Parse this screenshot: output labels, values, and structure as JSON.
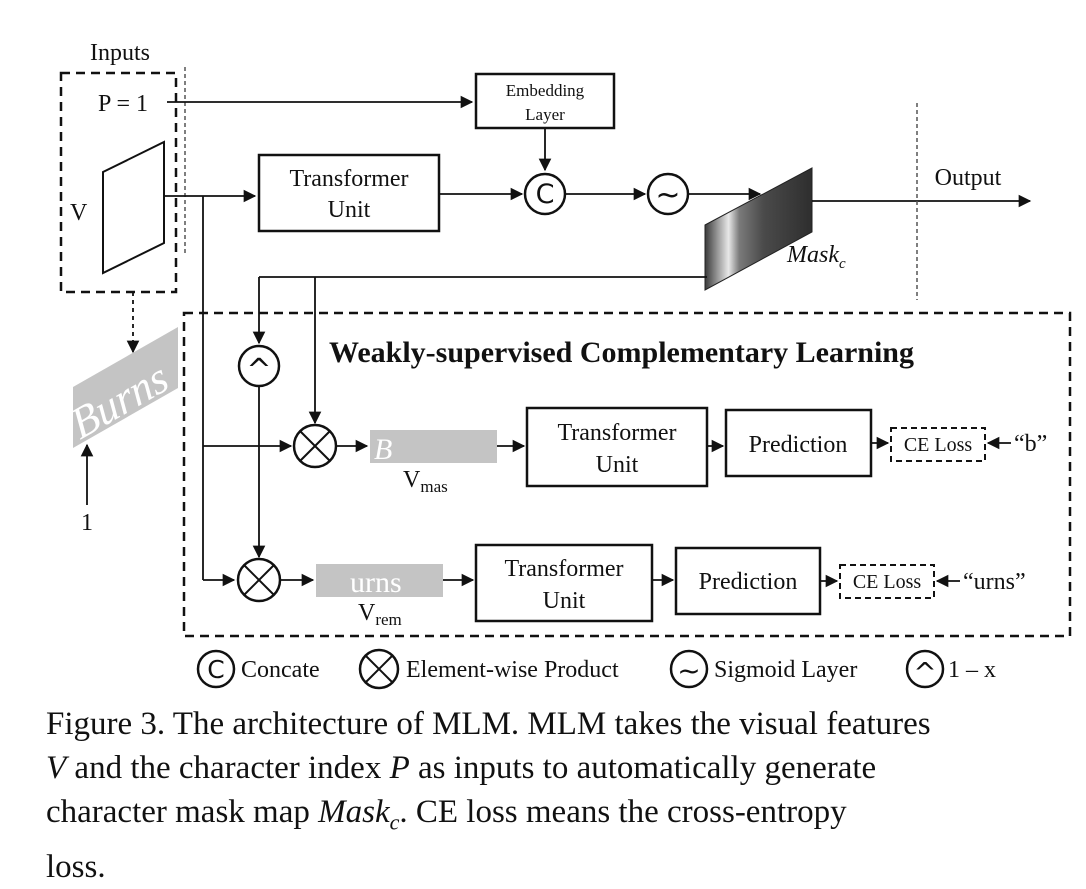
{
  "figure": {
    "inputs_title": "Inputs",
    "p_input": "P = 1",
    "v_input": "V",
    "embedding_line1": "Embedding",
    "embedding_line2": "Layer",
    "transformer_line1": "Transformer",
    "transformer_line2": "Unit",
    "concat_symbol": "C",
    "sigmoid_symbol": "~",
    "one_minus_symbol": "^",
    "output_label": "Output",
    "mask_label_main": "Mask",
    "mask_label_sub": "c",
    "wscl_title": "Weakly-supervised Complementary Learning",
    "burns_word": "Burns",
    "index_value": "1",
    "masked_char": "B",
    "remaining_chars": "urns",
    "v_mas_main": "V",
    "v_mas_sub": "mas",
    "v_rem_main": "V",
    "v_rem_sub": "rem",
    "prediction_label": "Prediction",
    "ce_loss_label": "CE Loss",
    "target_b": "“b”",
    "target_urns": "“urns”"
  },
  "legend": {
    "concat": "Concate",
    "product": "Element-wise Product",
    "sigmoid": "Sigmoid Layer",
    "one_minus": "1 – x"
  },
  "caption": {
    "line_a": "Figure 3. The architecture of MLM. MLM takes the visual features",
    "v_sym": "V",
    "line_b1": " and the character index ",
    "p_sym": "P",
    "line_b2": " as inputs to automatically generate",
    "line_c1": "character mask map ",
    "mask_sym": "Mask",
    "mask_sub": "c",
    "line_c2": ".  CE loss means the cross-entropy",
    "line_d": "loss."
  }
}
